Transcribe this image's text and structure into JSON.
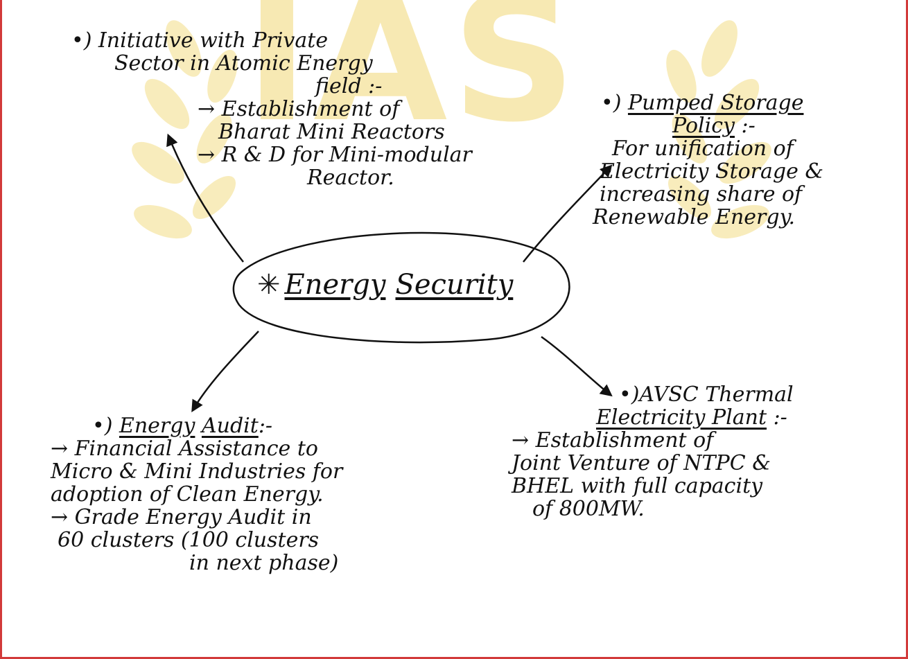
{
  "center": {
    "word1": "Energy",
    "word2": "Security"
  },
  "top_left": {
    "title_lines": [
      "•) Initiative with Private",
      "Sector in Atomic Energy",
      "field :-"
    ],
    "points": [
      "→ Establishment of",
      "Bharat Mini Reactors",
      "→ R & D for Mini-modular",
      "Reactor."
    ]
  },
  "top_right": {
    "title_prefix": "•)",
    "title_line1": "Pumped Storage",
    "title_line2": "Policy",
    "title_suffix": " :-",
    "body_lines": [
      "For unification of",
      "Electricity Storage &",
      "increasing share of",
      "Renewable Energy."
    ]
  },
  "bottom_left": {
    "title_prefix": "•)",
    "title_word1": "Energy",
    "title_word2": "Audit",
    "title_suffix": ":-",
    "body_lines": [
      "→ Financial Assistance to",
      "Micro & Mini Industries for",
      "adoption of Clean Energy.",
      "→ Grade Energy Audit in",
      "60 clusters (100 clusters",
      "in next phase)"
    ]
  },
  "bottom_right": {
    "title_line1": "•)AVSC Thermal",
    "title_line2": "Electricity Plant",
    "title_suffix": " :-",
    "body_lines": [
      "→ Establishment of",
      "Joint Venture of NTPC &",
      "BHEL with full capacity",
      "of 800MW."
    ]
  },
  "watermark": {
    "text": "IAS",
    "color": "#f3dc85"
  },
  "colors": {
    "ink": "#111111",
    "frame": "#d23a3a"
  }
}
